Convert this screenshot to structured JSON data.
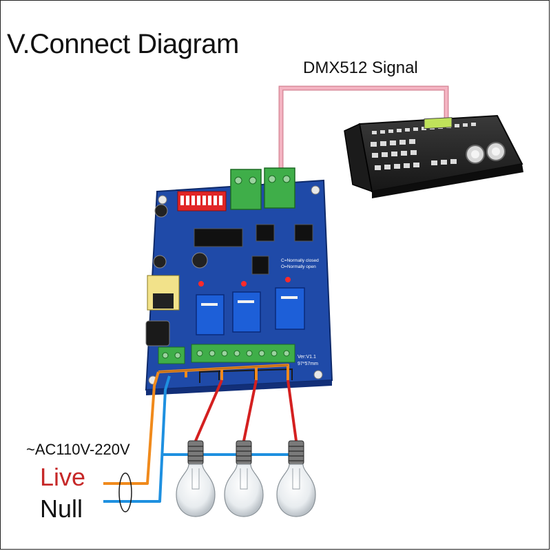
{
  "title": "V.Connect Diagram",
  "signal_label": "DMX512 Signal",
  "voltage_label": "~AC110V-220V",
  "live_label": "Live",
  "null_label": "Null",
  "board": {
    "silkscreen_lines": [
      "C=Normally closed",
      "O=Normally open"
    ],
    "version": "Ver:V1.1",
    "size": "97*57mm"
  },
  "colors": {
    "signal_wire": "#f4a8b8",
    "live_wire": "#f08a1c",
    "null_wire": "#1e90e0",
    "load_wire": "#d42020",
    "pcb": "#1f4aa8",
    "terminal": "#3fae49"
  },
  "icons": [
    "dmx-controller-icon",
    "relay-board-icon",
    "light-bulb-icon",
    "cable-clamp-icon"
  ]
}
